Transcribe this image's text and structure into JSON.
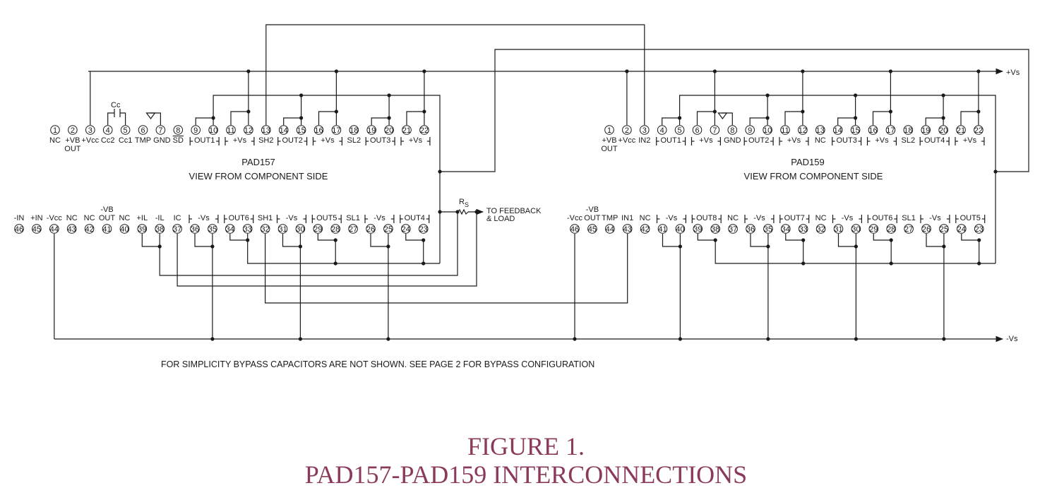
{
  "figure": {
    "number": "FIGURE 1.",
    "title": "PAD157-PAD159 INTERCONNECTIONS"
  },
  "note": "FOR SIMPLICITY BYPASS CAPACITORS ARE NOT SHOWN. SEE PAGE 2 FOR BYPASS CONFIGURATION",
  "rails": {
    "pos": "+Vs",
    "neg": "-Vs"
  },
  "feedback": {
    "resistor": "RS",
    "label1": "TO FEEDBACK",
    "label2": "& LOAD"
  },
  "cap_label": "Cc",
  "pad157": {
    "name": "PAD157",
    "view": "VIEW FROM COMPONENT SIDE",
    "top_pins": [
      "1",
      "2",
      "3",
      "4",
      "5",
      "6",
      "7",
      "8",
      "9",
      "10",
      "11",
      "12",
      "13",
      "14",
      "15",
      "16",
      "17",
      "18",
      "19",
      "20",
      "21",
      "22"
    ],
    "top_labels": [
      {
        "t": "NC"
      },
      {
        "t": "+VB"
      },
      {
        "t": "+Vcc"
      },
      {
        "t": "Cc2"
      },
      {
        "t": "Cc1"
      },
      {
        "t": "TMP"
      },
      {
        "t": "GND"
      },
      {
        "t": "SD"
      },
      {
        "t": "OUT1"
      },
      {
        "t": "+Vs"
      },
      {
        "t": "SH2"
      },
      {
        "t": "OUT2"
      },
      {
        "t": "+Vs"
      },
      {
        "t": "SL2"
      },
      {
        "t": "OUT3"
      },
      {
        "t": "+Vs"
      }
    ],
    "top_sub": "OUT",
    "bottom_pins": [
      "46",
      "45",
      "44",
      "43",
      "42",
      "41",
      "40",
      "39",
      "38",
      "37",
      "36",
      "35",
      "34",
      "33",
      "32",
      "31",
      "30",
      "29",
      "28",
      "27",
      "26",
      "25",
      "24",
      "23"
    ],
    "bottom_labels": [
      {
        "t": "-IN"
      },
      {
        "t": "+IN"
      },
      {
        "t": "-Vcc"
      },
      {
        "t": "NC"
      },
      {
        "t": "NC"
      },
      {
        "t": "OUT"
      },
      {
        "t": "NC"
      },
      {
        "t": "+IL"
      },
      {
        "t": "-IL"
      },
      {
        "t": "IC"
      },
      {
        "t": "-Vs"
      },
      {
        "t": "OUT6"
      },
      {
        "t": "SH1"
      },
      {
        "t": "-Vs"
      },
      {
        "t": "OUT5"
      },
      {
        "t": "SL1"
      },
      {
        "t": "-Vs"
      },
      {
        "t": "OUT4"
      }
    ],
    "bottom_sup": "-VB"
  },
  "pad159": {
    "name": "PAD159",
    "view": "VIEW FROM COMPONENT SIDE",
    "top_pins": [
      "1",
      "2",
      "3",
      "4",
      "5",
      "6",
      "7",
      "8",
      "9",
      "10",
      "11",
      "12",
      "13",
      "14",
      "15",
      "16",
      "17",
      "18",
      "19",
      "20",
      "21",
      "22"
    ],
    "top_labels": [
      {
        "t": "+VB"
      },
      {
        "t": "+Vcc"
      },
      {
        "t": "IN2"
      },
      {
        "t": "OUT1"
      },
      {
        "t": "+Vs"
      },
      {
        "t": "GND"
      },
      {
        "t": "OUT2"
      },
      {
        "t": "+Vs"
      },
      {
        "t": "NC"
      },
      {
        "t": "OUT3"
      },
      {
        "t": "+Vs"
      },
      {
        "t": "SL2"
      },
      {
        "t": "OUT4"
      },
      {
        "t": "+Vs"
      }
    ],
    "top_sub": "OUT",
    "bottom_pins": [
      "46",
      "45",
      "44",
      "43",
      "42",
      "41",
      "40",
      "39",
      "38",
      "37",
      "36",
      "35",
      "34",
      "33",
      "32",
      "31",
      "30",
      "29",
      "28",
      "27",
      "26",
      "25",
      "24",
      "23"
    ],
    "bottom_labels": [
      {
        "t": "-Vcc"
      },
      {
        "t": "OUT"
      },
      {
        "t": "TMP"
      },
      {
        "t": "IN1"
      },
      {
        "t": "NC"
      },
      {
        "t": "-Vs"
      },
      {
        "t": "OUT8"
      },
      {
        "t": "NC"
      },
      {
        "t": "-Vs"
      },
      {
        "t": "OUT7"
      },
      {
        "t": "NC"
      },
      {
        "t": "-Vs"
      },
      {
        "t": "OUT6"
      },
      {
        "t": "SL1"
      },
      {
        "t": "-Vs"
      },
      {
        "t": "OUT5"
      }
    ],
    "bottom_sup": "-VB"
  }
}
